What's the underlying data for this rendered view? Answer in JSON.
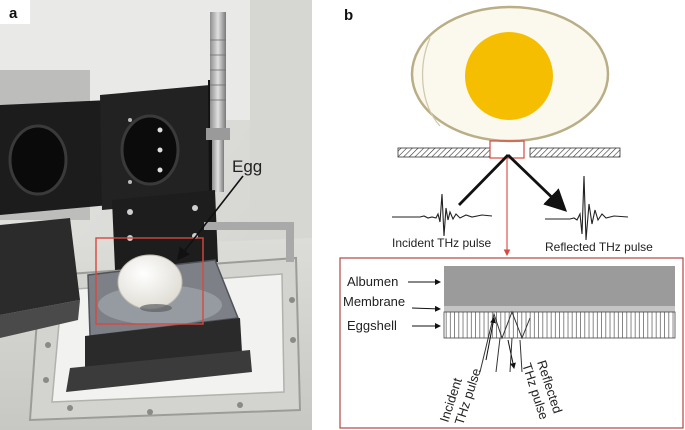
{
  "panel_a": {
    "label": "a",
    "egg_label": "Egg"
  },
  "panel_b": {
    "label": "b",
    "incident_pulse_label": "Incident THz pulse",
    "reflected_pulse_label": "Reflected THz pulse",
    "layers": {
      "albumen": "Albumen",
      "membrane": "Membrane",
      "eggshell": "Eggshell"
    },
    "inset_incident_line1": "Incident",
    "inset_incident_line2": "THz pulse",
    "inset_reflected_line1": "Reflected",
    "inset_reflected_line2": "THz pulse"
  },
  "colors": {
    "yolk": "#F6BE00",
    "egg_fill": "#FBF9EE",
    "egg_outline": "#B9AE86",
    "albumen": "#9B9B9B",
    "membrane": "#C4C4C4",
    "highlight_red": "#D9473F"
  }
}
